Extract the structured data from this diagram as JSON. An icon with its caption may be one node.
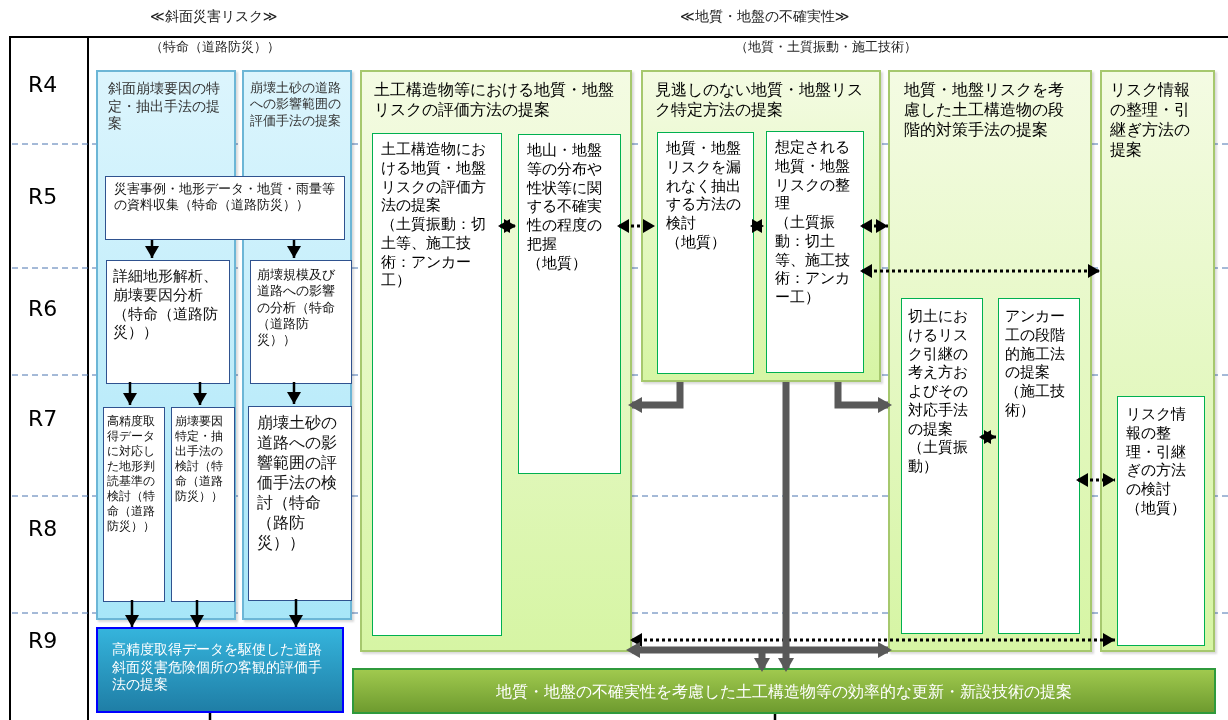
{
  "diagram": {
    "nodes": [
      {
        "text": [
          "斜面崩壊要因の特定・抽出手法の提案"
        ]
      },
      {
        "text": [
          "崩壊土砂の道路への影響範囲の評価手法の提案"
        ]
      },
      {
        "text": [
          "災害事例・地形データ・地質・雨量等の資料収集（特命（道路防災））"
        ]
      },
      {
        "text": [
          "詳細地形解析、崩壊要因分析（特命（道路防災））"
        ],
        "in": 0
      },
      {
        "text": [
          "崩壊規模及び道路への影響の分析（特命（道路防災））"
        ],
        "in": 1
      },
      {
        "text": [
          "高精度取得データに対応した地形判読基準の検討（特命（道路防災））"
        ],
        "in": 0
      },
      {
        "text": [
          "崩壊要因特定・抽出手法の検討（特命（道路防災））"
        ],
        "in": 0
      },
      {
        "text": [
          "崩壊土砂の道路への影響範囲の評価手法の検討（特命（路防災））"
        ],
        "in": 1
      },
      {
        "text": [
          "高精度取得データを駆使した道路斜面災害危険個所の客観的評価手法の提案"
        ]
      },
      {
        "text": [
          "土工構造物等における地質・地盤リスクの評価方法の提案"
        ]
      },
      {
        "text": [
          "土工構造物における地質・地盤リスクの評価方法の提案",
          "（土質振動：切土等、施工技術：アンカー工）"
        ],
        "in": 9
      },
      {
        "text": [
          "地山・地盤等の分布や性状等に関する不確実性の程度の把握",
          "（地質）"
        ],
        "in": 9
      },
      {
        "text": [
          "見逃しのない地質・地盤リスク特定方法の提案"
        ]
      },
      {
        "text": [
          "地質・地盤リスクを漏れなく抽出する方法の検討",
          "（地質）"
        ],
        "in": 12
      },
      {
        "text": [
          "想定される地質・地盤リスクの整理",
          "（土質振動：切土等、施工技術：アンカー工）"
        ],
        "in": 12
      },
      {
        "text": [
          "地質・地盤リスクを考慮した土工構造物の段階的対策手法の提案"
        ]
      },
      {
        "text": [
          "切土におけるリスク引継の考え方およびその対応手法の提案",
          "（土質振動）"
        ],
        "in": 15
      },
      {
        "text": [
          "アンカー工の段階的施工法の提案",
          "（施工技術）"
        ],
        "in": 15
      },
      {
        "text": [
          "リスク情報の整理・引継ぎ方法の提案"
        ]
      },
      {
        "text": [
          "リスク情報の整理・引継ぎの方法の検討",
          "（地質）"
        ],
        "in": 18
      },
      {
        "text": [
          "地質・地盤の不確実性を考慮した土工構造物等の効率的な更新・新設技術の提案"
        ]
      }
    ],
    "edges": [
      {
        "from": 2,
        "to": 3,
        "arrow": "to"
      },
      {
        "from": 2,
        "to": 4,
        "arrow": "to"
      },
      {
        "from": 3,
        "to": 5,
        "arrow": "to"
      },
      {
        "from": 3,
        "to": 6,
        "arrow": "to"
      },
      {
        "from": 4,
        "to": 7,
        "arrow": "to"
      },
      {
        "from": 5,
        "to": 8,
        "arrow": "to"
      },
      {
        "from": 6,
        "to": 8,
        "arrow": "to"
      },
      {
        "from": 7,
        "to": 8,
        "arrow": "to"
      },
      {
        "from": 10,
        "to": 11,
        "arrow": "both",
        "style": "dashed"
      },
      {
        "from": 11,
        "to": 13,
        "arrow": "both",
        "style": "dashed"
      },
      {
        "from": 13,
        "to": 14,
        "arrow": "both",
        "style": "dashed"
      },
      {
        "from": 14,
        "to": 15,
        "arrow": "both",
        "style": "dashed"
      },
      {
        "from": 14,
        "to": 18,
        "arrow": "both",
        "style": "dashed"
      },
      {
        "from": 16,
        "to": 17,
        "arrow": "both",
        "style": "dashed"
      },
      {
        "from": 17,
        "to": 19,
        "arrow": "both",
        "style": "dashed"
      },
      {
        "from": 9,
        "to": 19,
        "arrow": "both",
        "style": "dashed"
      },
      {
        "from": 12,
        "to": 9,
        "arrow": "to",
        "style": "thick",
        "color": "#595959"
      },
      {
        "from": 12,
        "to": 15,
        "arrow": "to",
        "style": "thick",
        "color": "#595959"
      },
      {
        "from": 12,
        "to": 20,
        "arrow": "to",
        "style": "thick",
        "color": "#595959"
      },
      {
        "from": 9,
        "to": 15,
        "arrow": "both",
        "style": "thick",
        "color": "#595959"
      },
      {
        "from": null,
        "to": 20,
        "arrow": "to",
        "style": "thick",
        "color": "#595959"
      },
      {
        "from": 8,
        "to": null,
        "arrow": "none"
      },
      {
        "from": 20,
        "to": null,
        "arrow": "none"
      }
    ],
    "labels": [
      "≪斜面災害リスク≫",
      "≪地質・地盤の不確実性≫",
      "（特命（道路防災））",
      "（地質・土質振動・施工技術）",
      "R4",
      "R5",
      "R6",
      "R7",
      "R8",
      "R9"
    ]
  }
}
